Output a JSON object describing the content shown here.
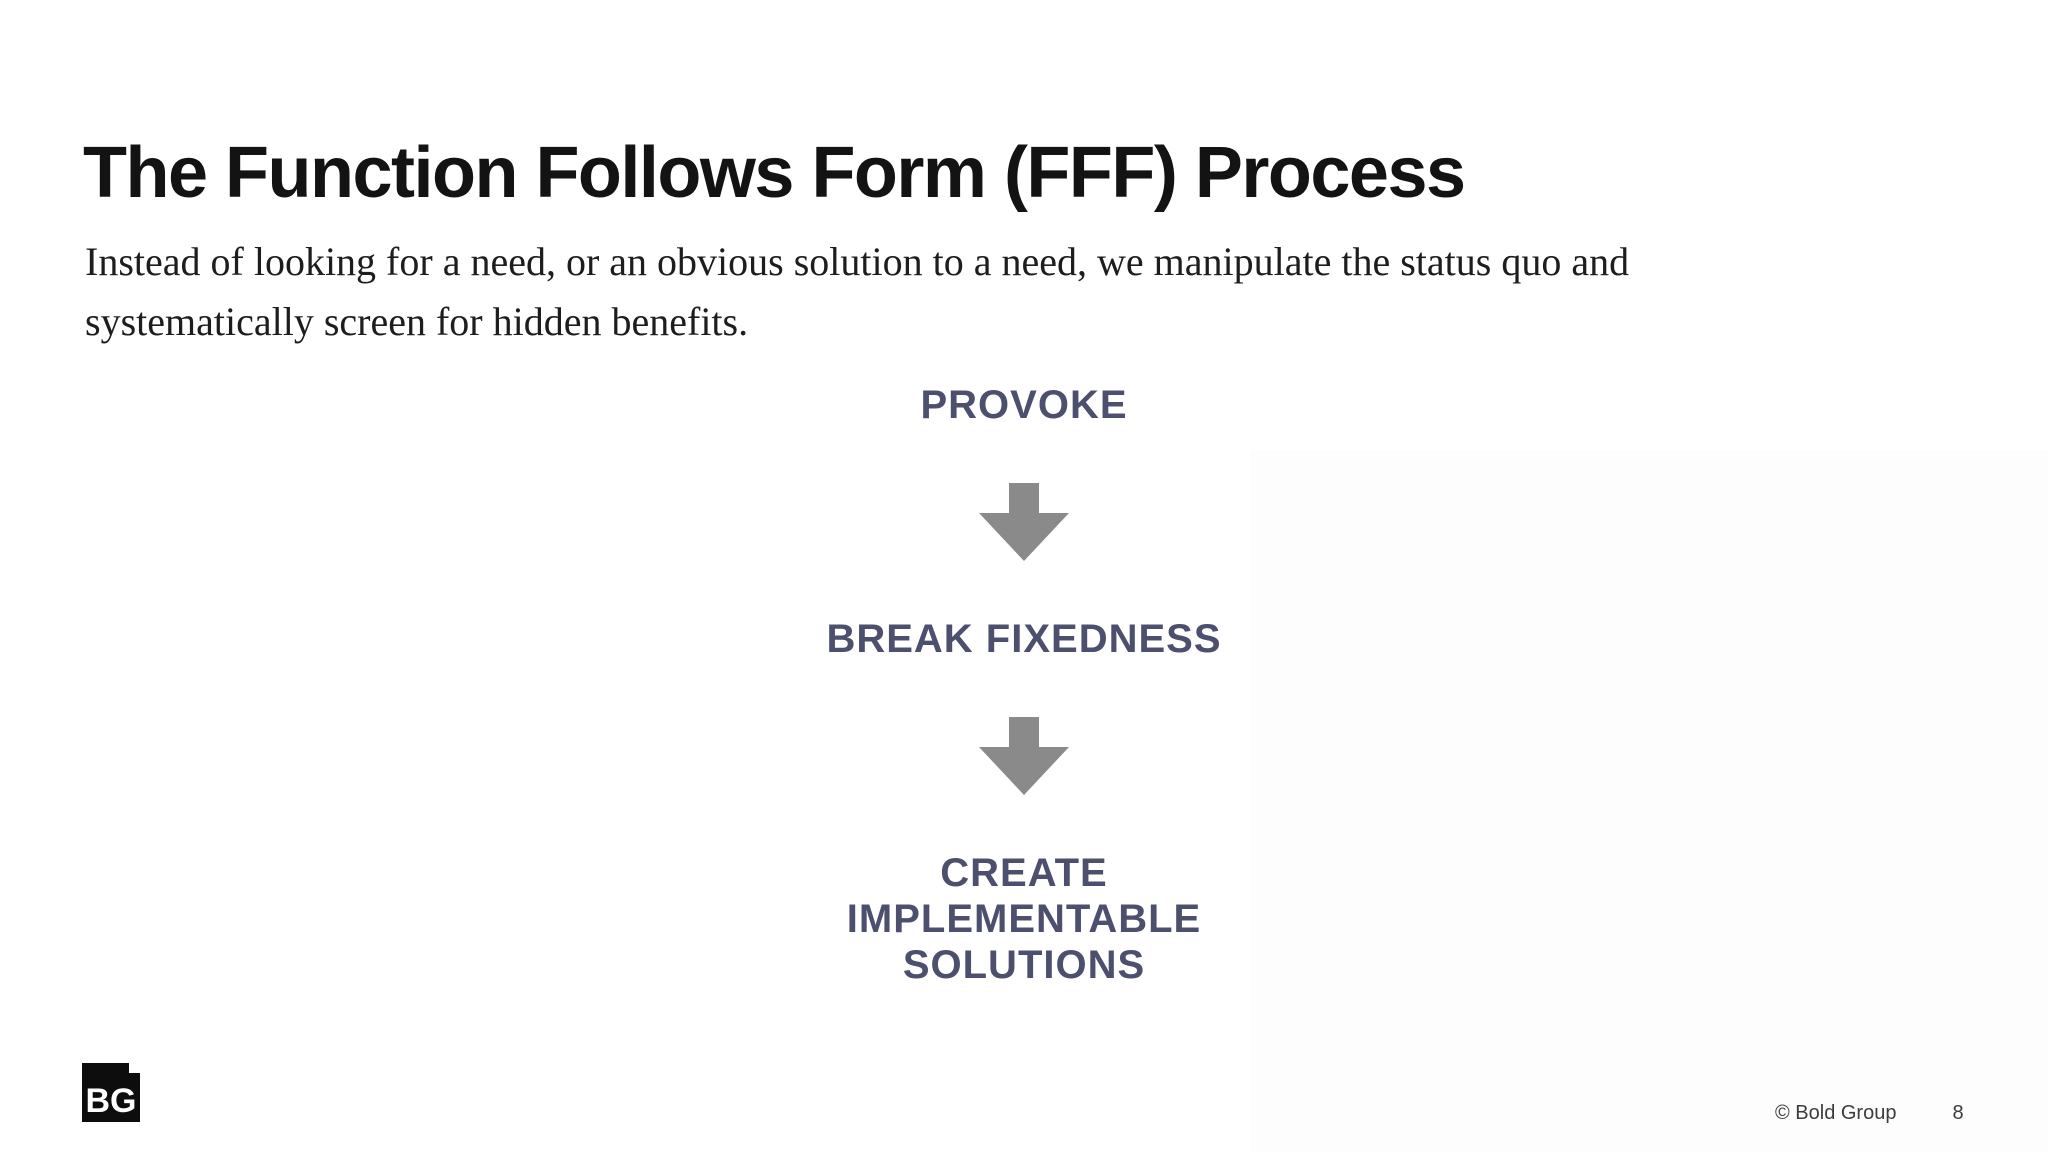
{
  "slide": {
    "title": "The Function Follows Form (FFF) Process",
    "subtitle": "Instead of looking for a need, or an obvious solution to a need, we manipulate the status quo and\nsystematically screen for hidden benefits.",
    "flow": {
      "steps": [
        {
          "label": "PROVOKE"
        },
        {
          "label": "BREAK FIXEDNESS"
        },
        {
          "label": "CREATE\nIMPLEMENTABLE\nSOLUTIONS"
        }
      ],
      "separator_icon": "arrow-down-icon",
      "arrow_color": "#8a8a8a",
      "step_text_color": "#4c506e"
    },
    "logo": {
      "text": "BG",
      "background_color": "#0d0d0d",
      "text_color": "#ffffff"
    },
    "footer": {
      "copyright": "© Bold Group",
      "page_number": "8"
    },
    "colors": {
      "background": "#ffffff",
      "panel_tint": "#fdfdfd",
      "title_text": "#131313",
      "subtitle_text": "#1d1d1d",
      "footer_text": "#3c3c3c"
    }
  }
}
